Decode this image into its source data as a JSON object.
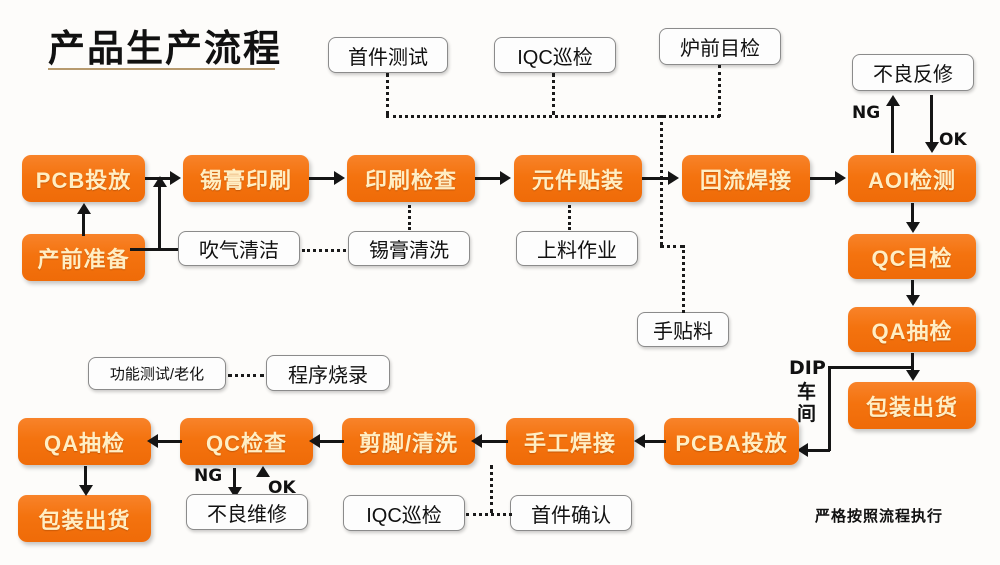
{
  "header": {
    "title": "产品生产流程",
    "footnote": "严格按照流程执行"
  },
  "smt_line": {
    "nodes": [
      {
        "key": "pcb_feed",
        "label": "PCB投放"
      },
      {
        "key": "solder_paste_print",
        "label": "锡膏印刷"
      },
      {
        "key": "print_inspect",
        "label": "印刷检查"
      },
      {
        "key": "component_mount",
        "label": "元件贴装"
      },
      {
        "key": "reflow_solder",
        "label": "回流焊接"
      },
      {
        "key": "aoi_inspect",
        "label": "AOI检测"
      }
    ],
    "pre_production": "产前准备"
  },
  "smt_notes": [
    {
      "key": "first_article_test",
      "label": "首件测试"
    },
    {
      "key": "iqc_patrol_top",
      "label": "IQC巡检"
    },
    {
      "key": "pre_furnace_visual",
      "label": "炉前目检"
    },
    {
      "key": "rework_defect",
      "label": "不良反修"
    },
    {
      "key": "air_blow_clean",
      "label": "吹气清洁"
    },
    {
      "key": "paste_clean",
      "label": "锡膏清洗"
    },
    {
      "key": "feeder_loading",
      "label": "上料作业"
    },
    {
      "key": "manual_place",
      "label": "手贴料"
    }
  ],
  "smt_branch_labels": {
    "ng": "NG",
    "ok": "OK"
  },
  "right_column": {
    "nodes": [
      {
        "key": "qc_visual",
        "label": "QC目检"
      },
      {
        "key": "qa_sampling",
        "label": "QA抽检"
      },
      {
        "key": "pack_ship",
        "label": "包装出货"
      }
    ],
    "transfer_label": "DIP车间",
    "transfer_label_line1": "DIP",
    "transfer_label_line2": "车",
    "transfer_label_line3": "间"
  },
  "dip_line": {
    "nodes": [
      {
        "key": "pcba_feed",
        "label": "PCBA投放"
      },
      {
        "key": "manual_solder",
        "label": "手工焊接"
      },
      {
        "key": "cut_clean",
        "label": "剪脚/清洗"
      },
      {
        "key": "qc_check",
        "label": "QC检查"
      },
      {
        "key": "qa_sampling_bottom",
        "label": "QA抽检"
      },
      {
        "key": "pack_ship_bottom",
        "label": "包装出货"
      }
    ]
  },
  "dip_notes": [
    {
      "key": "function_test_burnin",
      "label": "功能测试/老化"
    },
    {
      "key": "program_burn",
      "label": "程序烧录"
    },
    {
      "key": "repair_defect",
      "label": "不良维修"
    },
    {
      "key": "iqc_patrol_bottom",
      "label": "IQC巡检"
    },
    {
      "key": "first_article_confirm",
      "label": "首件确认"
    }
  ],
  "dip_branch_labels": {
    "ng": "NG",
    "ok": "OK"
  },
  "colors": {
    "node_orange": "#f4730f",
    "node_text": "#ffeec4",
    "line": "#151515",
    "title_rule": "#b79a6e",
    "background": "#fdfcfa"
  }
}
